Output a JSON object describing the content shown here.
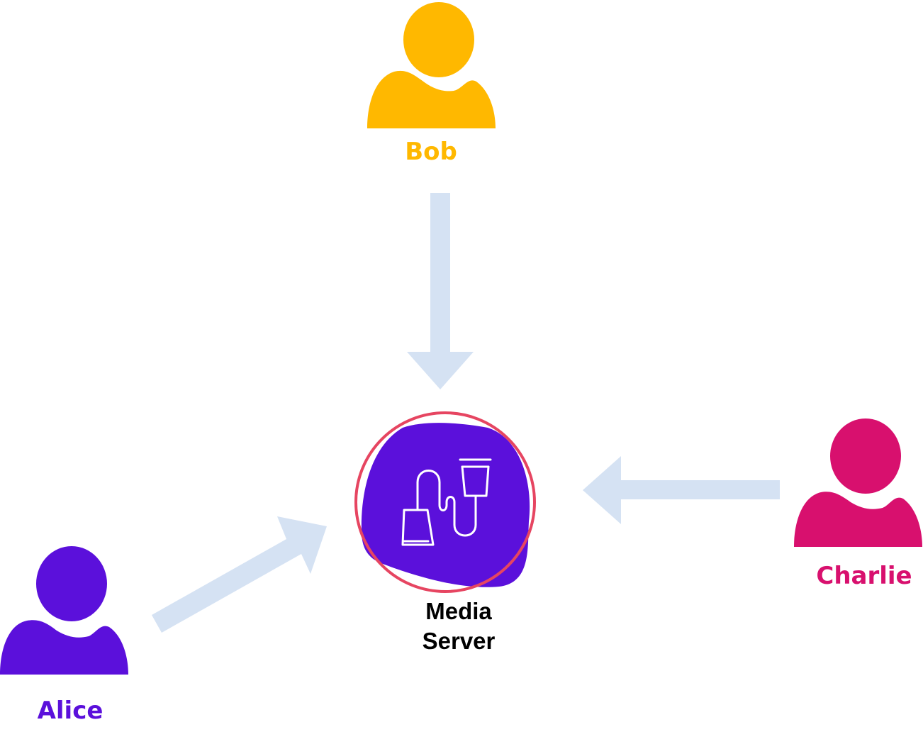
{
  "colors": {
    "bob": "#FFB800",
    "alice": "#5B10DB",
    "charlie": "#D8106E",
    "arrow": "#D5E2F3",
    "server_fill": "#5B10DB",
    "server_ring": "#E64561",
    "server_icon": "#FFFFFF",
    "server_text": "#000000"
  },
  "nodes": {
    "bob": {
      "label": "Bob",
      "icon": "person-icon"
    },
    "alice": {
      "label": "Alice",
      "icon": "person-icon"
    },
    "charlie": {
      "label": "Charlie",
      "icon": "person-icon"
    },
    "server": {
      "label_line1": "Media",
      "label_line2": "Server",
      "icon": "media-server-icon"
    }
  },
  "edges": [
    {
      "from": "Bob",
      "to": "Media Server"
    },
    {
      "from": "Alice",
      "to": "Media Server"
    },
    {
      "from": "Charlie",
      "to": "Media Server"
    }
  ]
}
